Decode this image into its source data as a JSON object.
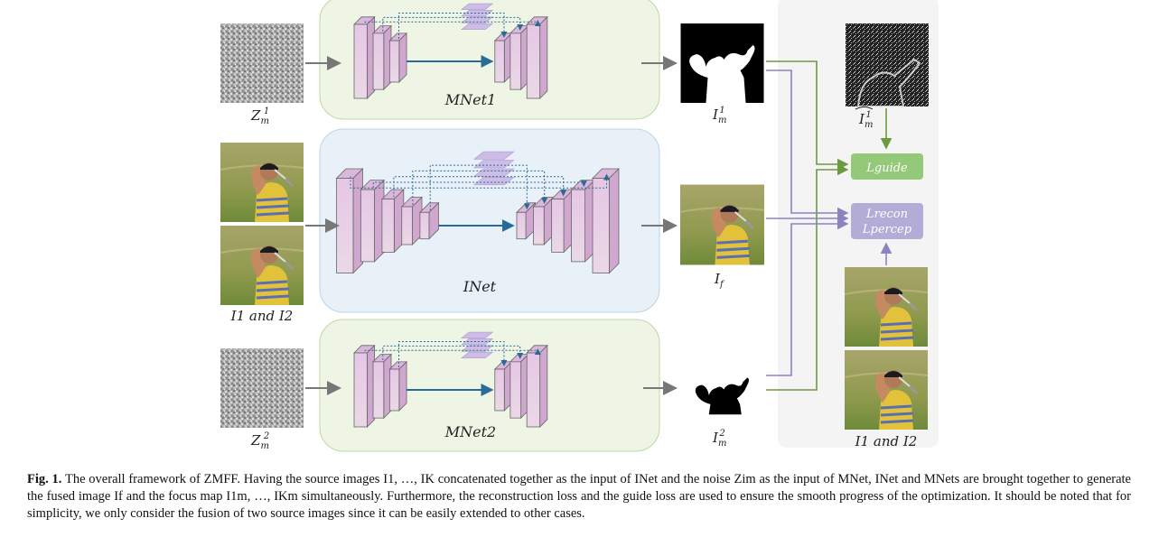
{
  "figure": {
    "nets": {
      "mnet1": "MNet1",
      "inet": "INet",
      "mnet2": "MNet2"
    },
    "labels": {
      "z1": "Z",
      "z1_sub": "m",
      "z1_sup": "1",
      "z2": "Z",
      "z2_sub": "m",
      "z2_sup": "2",
      "inputs_left": "I1 and I2",
      "m1": "I",
      "m1_sub": "m",
      "m1_sup": "1",
      "fused": "I",
      "fused_sub": "f",
      "m2": "I",
      "m2_sub": "m",
      "m2_sup": "2",
      "mhat": "I",
      "mhat_sub": "m",
      "mhat_sup": "1",
      "inputs_right": "I1 and I2"
    },
    "losses": {
      "guide": "Lguide",
      "recon": "Lrecon",
      "percep": "Lpercep"
    },
    "colors": {
      "green_panel": "#eef5e4",
      "blue_panel": "#e9f1f8",
      "green_arrow": "#6c9a3f",
      "purple_arrow": "#8e82c0",
      "guide_box": "#93c978",
      "recon_box": "#b3acd6"
    }
  },
  "caption": {
    "label": "Fig. 1.",
    "text": "The overall framework of ZMFF. Having the source images I1, …, IK concatenated together as the input of INet and the noise Zim as the input of MNet, INet and MNets are brought together to generate the fused image If and the focus map I1m, …, IKm simultaneously. Furthermore, the reconstruction loss and the guide loss are used to ensure the smooth progress of the optimization. It should be noted that for simplicity, we only consider the fusion of two source images since it can be easily extended to other cases."
  }
}
